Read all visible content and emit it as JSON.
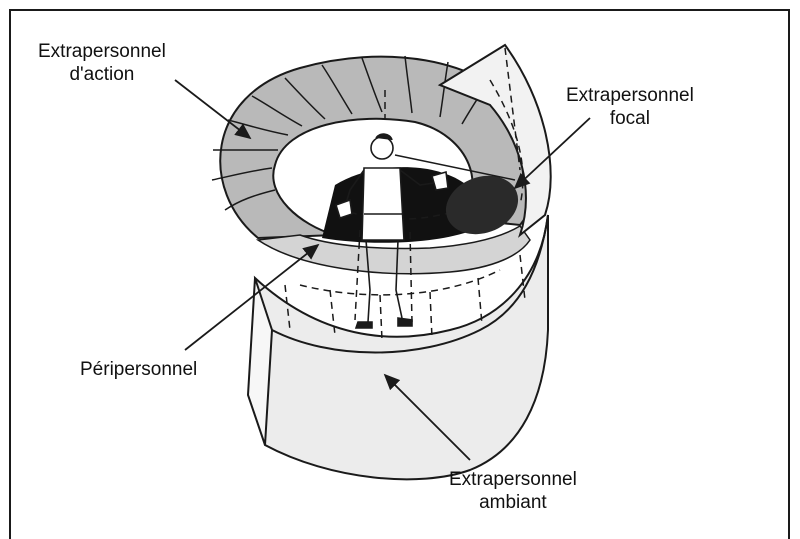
{
  "labels": {
    "extra_action_line1": "Extrapersonnel",
    "extra_action_line2": "d'action",
    "extra_focal_line1": "Extrapersonnel",
    "extra_focal_line2": "focal",
    "peripersonnel": "Péripersonnel",
    "extra_ambiant_line1": "Extrapersonnel",
    "extra_ambiant_line2": "ambiant"
  },
  "colors": {
    "ring": "#b9b9b9",
    "ring_light": "#d4d4d4",
    "curtain": "#111111",
    "focal": "#2a2a2a",
    "wall": "#ececec",
    "stroke": "#1a1a1a"
  }
}
